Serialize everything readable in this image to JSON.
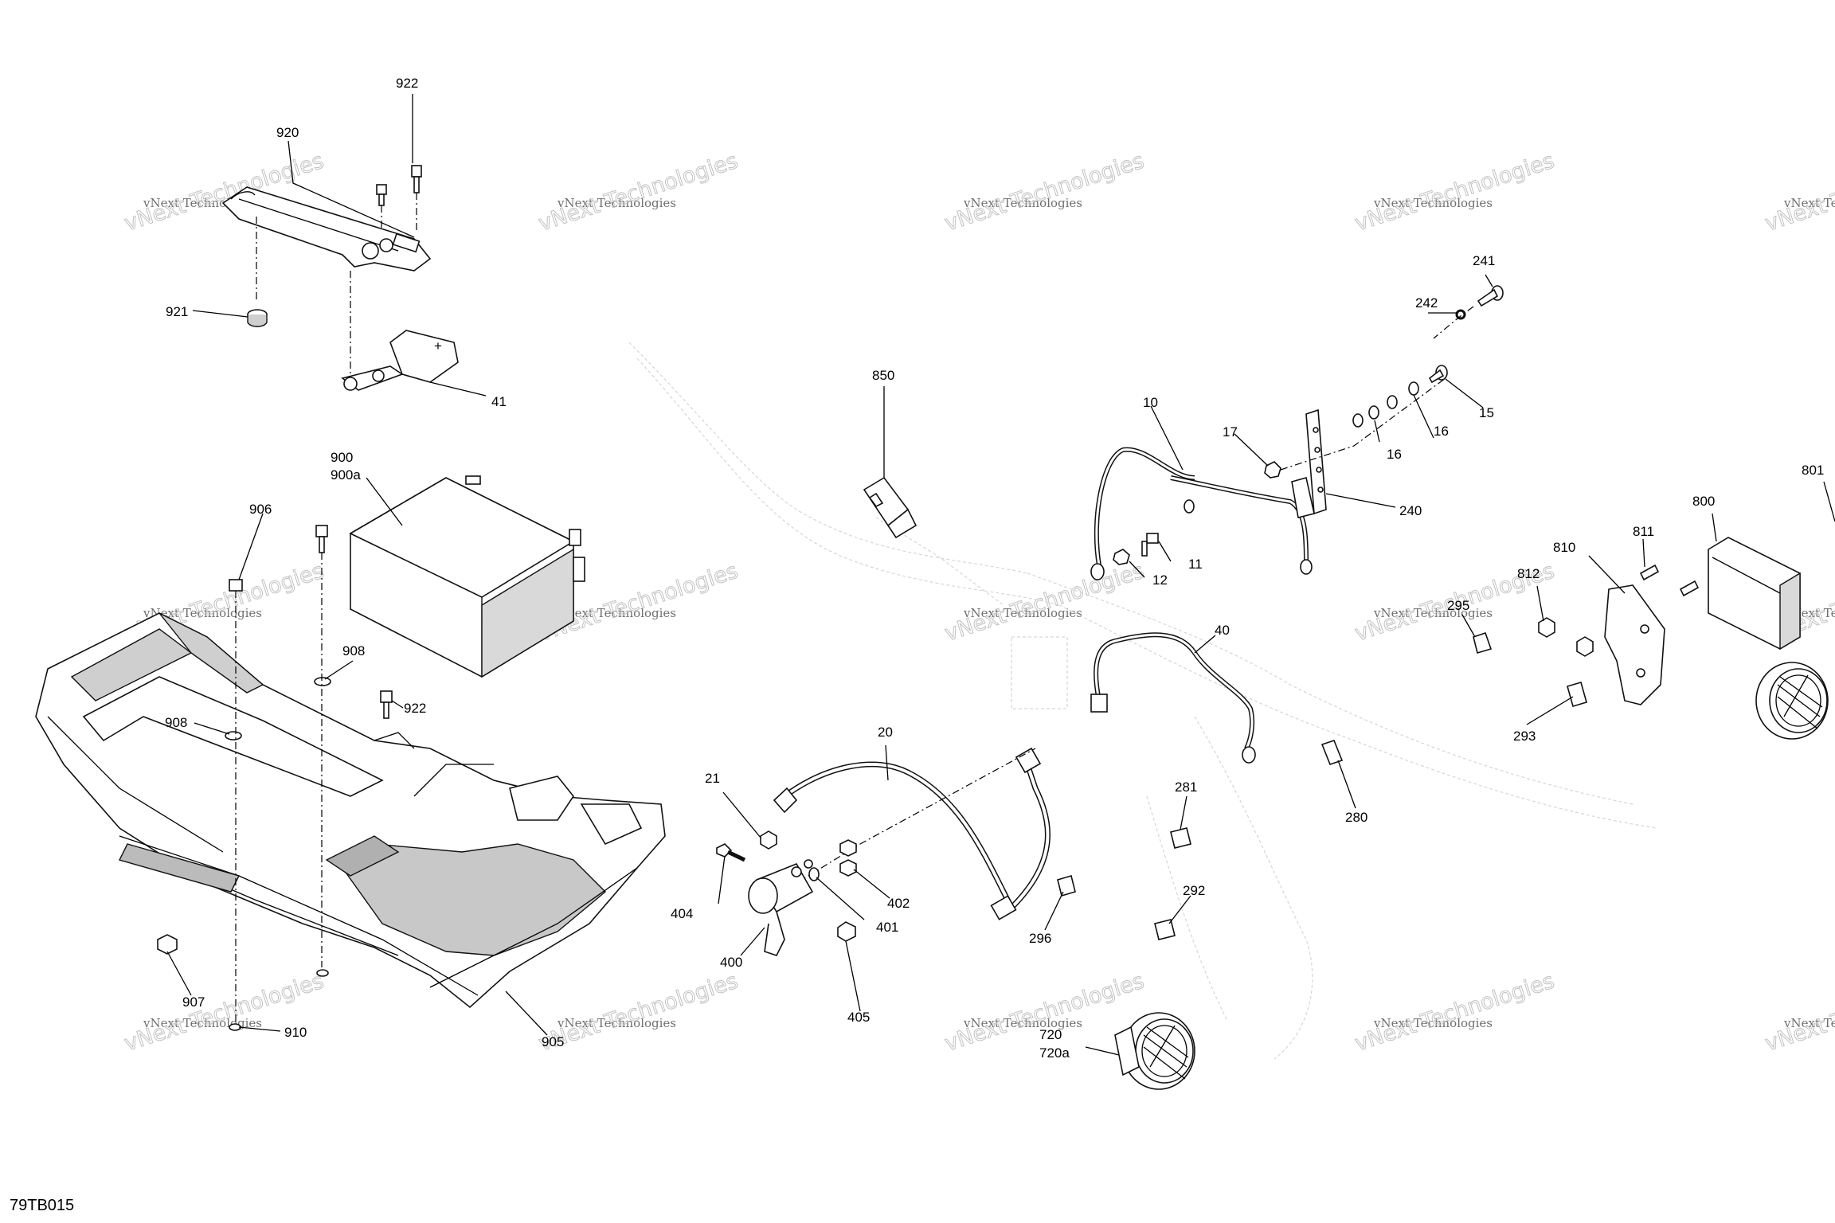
{
  "diagram_code": "79TB015",
  "watermark": {
    "line1": "vNext Technologies",
    "line2": "vNext Technologies"
  },
  "callouts": [
    "922",
    "920",
    "921",
    "41",
    "900",
    "900a",
    "906",
    "908",
    "922",
    "908",
    "907",
    "910",
    "905",
    "850",
    "10",
    "17",
    "242",
    "241",
    "15",
    "16",
    "16",
    "240",
    "11",
    "12",
    "40",
    "20",
    "21",
    "404",
    "400",
    "402",
    "401",
    "405",
    "295",
    "293",
    "810",
    "811",
    "812",
    "800",
    "801",
    "281",
    "280",
    "292",
    "296",
    "720",
    "720a"
  ]
}
